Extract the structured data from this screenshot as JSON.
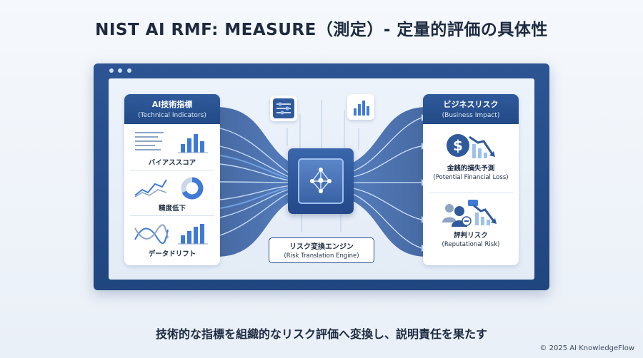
{
  "title": "NIST AI RMF: MEASURE（測定）- 定量的評価の具体性",
  "left_panel": {
    "title": "AI技術指標",
    "subtitle": "(Technical Indicators)",
    "items": [
      {
        "label": "バイアススコア",
        "icons": [
          "list-chart-icon",
          "bar-chart-icon"
        ]
      },
      {
        "label": "精度低下",
        "icons": [
          "trend-line-icon",
          "donut-chart-icon"
        ]
      },
      {
        "label": "データドリフト",
        "icons": [
          "wave-chart-icon",
          "bar-chart-icon"
        ]
      }
    ]
  },
  "engine": {
    "title": "リスク変換エンジン",
    "subtitle": "(Risk Translation Engine)",
    "icon": "neural-network-chip-icon",
    "top_icons": [
      "sliders-icon",
      "bar-chart-icon"
    ]
  },
  "right_panel": {
    "title": "ビジネスリスク",
    "subtitle": "(Business Impact)",
    "items": [
      {
        "label": "金銭的損失予測",
        "sublabel": "(Potential Financial Loss)",
        "icon": "dollar-decline-icon"
      },
      {
        "label": "評判リスク",
        "sublabel": "(Reputational Risk)",
        "icon": "people-decline-icon"
      }
    ]
  },
  "tagline": "技術的な指標を組織的なリスク評価へ変換し、説明責任を果たす",
  "copyright": "© 2025 AI KnowledgeFlow",
  "colors": {
    "primary": "#24498a",
    "accent": "#3f7ad6",
    "glow": "#7fb4f5"
  }
}
